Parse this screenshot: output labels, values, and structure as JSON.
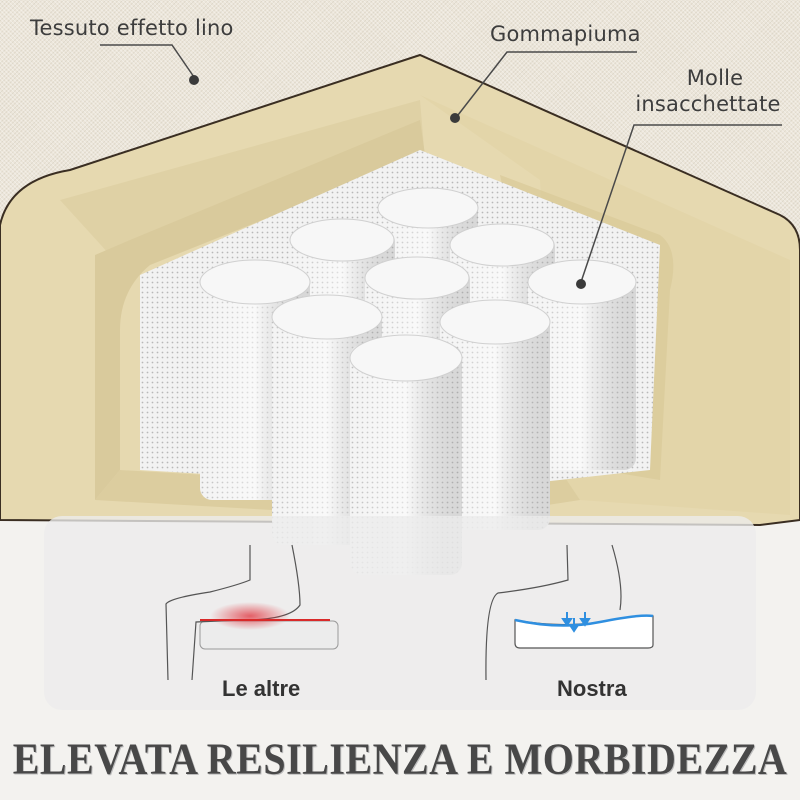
{
  "callouts": {
    "fabric": "Tessuto effetto lino",
    "foam": "Gommapiuma",
    "springs_line1": "Molle",
    "springs_line2": "insacchettate"
  },
  "comparison": {
    "left_label": "Le altre",
    "right_label": "Nostra",
    "left_pressure_color": "#e0303a",
    "right_support_color": "#2f8fe0"
  },
  "headline": "ELEVATA RESILIENZA E MORBIDEZZA",
  "colors": {
    "fabric": "#ece6da",
    "foam": "#e6d9b0",
    "foam_shadow": "#d6c79a",
    "spring_pocket": "#f1f1f1",
    "text": "#3d3d3d"
  }
}
